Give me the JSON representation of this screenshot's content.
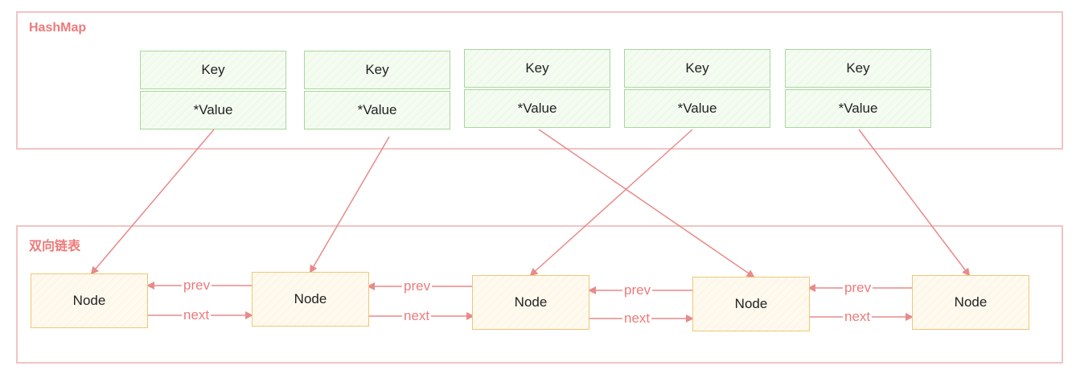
{
  "hashmap": {
    "title": "HashMap",
    "entries": [
      {
        "key": "Key",
        "value": "*Value"
      },
      {
        "key": "Key",
        "value": "*Value"
      },
      {
        "key": "Key",
        "value": "*Value"
      },
      {
        "key": "Key",
        "value": "*Value"
      },
      {
        "key": "Key",
        "value": "*Value"
      }
    ]
  },
  "linked_list": {
    "title": "双向链表",
    "nodes": [
      "Node",
      "Node",
      "Node",
      "Node",
      "Node"
    ],
    "prev_label": "prev",
    "next_label": "next"
  },
  "colors": {
    "container_border": "#f2c4c4",
    "title": "#ee7a7a",
    "kv_border": "#a8d79b",
    "node_border": "#f0c774",
    "arrow": "#e88a8a"
  }
}
